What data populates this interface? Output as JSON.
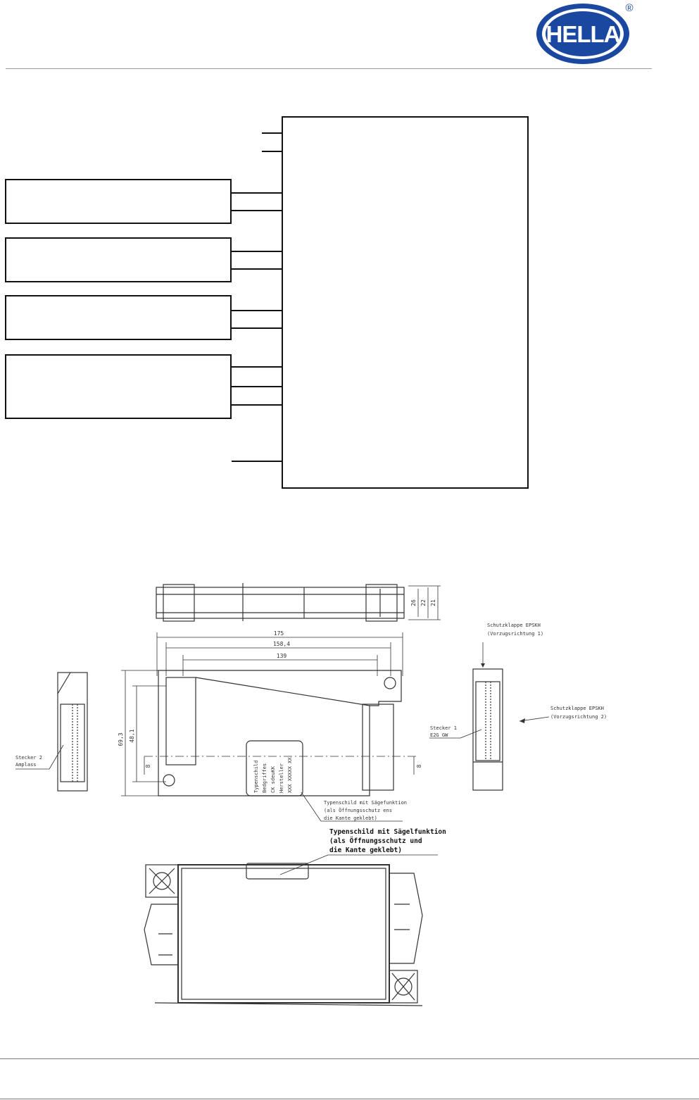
{
  "header": {
    "logo_text": "HELLA",
    "logo_registered": "®",
    "colors": {
      "logo_blue": "#1a47a0",
      "rule": "#9a9a9a"
    }
  },
  "drawing": {
    "dims": {
      "d175": "175",
      "d158": "158,4",
      "d139": "139",
      "d69": "69,3",
      "d48": "48,1",
      "d8a": "8",
      "d8b": "8",
      "d26": "26",
      "d22": "22",
      "d21": "21"
    },
    "labels": {
      "stecker2_l1": "Stecker 2",
      "stecker2_l2": "Amplass",
      "stecker1_l1": "Stecker 1",
      "stecker1_l2": "E2G GW",
      "schutz1_l1": "Schutzklappe  EPSKH",
      "schutz1_l2": "(Vorzugsrichtung 1)",
      "schutz2_l1": "Schutzklappe  EPSKH",
      "schutz2_l2": "(Vorzugsrichtung 2)",
      "typ_small_l1": "Typenschild mit Sägefunktion",
      "typ_small_l2": "(als Öffnungsschutz ens",
      "typ_small_l3": "die Kante geklebt)",
      "typ_big_l1": "Typenschild mit Sägelfunktion",
      "typ_big_l2": "(als Öffnungsschutz und",
      "typ_big_l3": "die Kante geklebt)",
      "plate_l1": "Typenschild",
      "plate_l2": "Bedgriffes",
      "plate_l3": "CK sdeuKK",
      "plate_l4": "Hersteller",
      "plate_l5": "XXX XXXXX XX"
    }
  }
}
